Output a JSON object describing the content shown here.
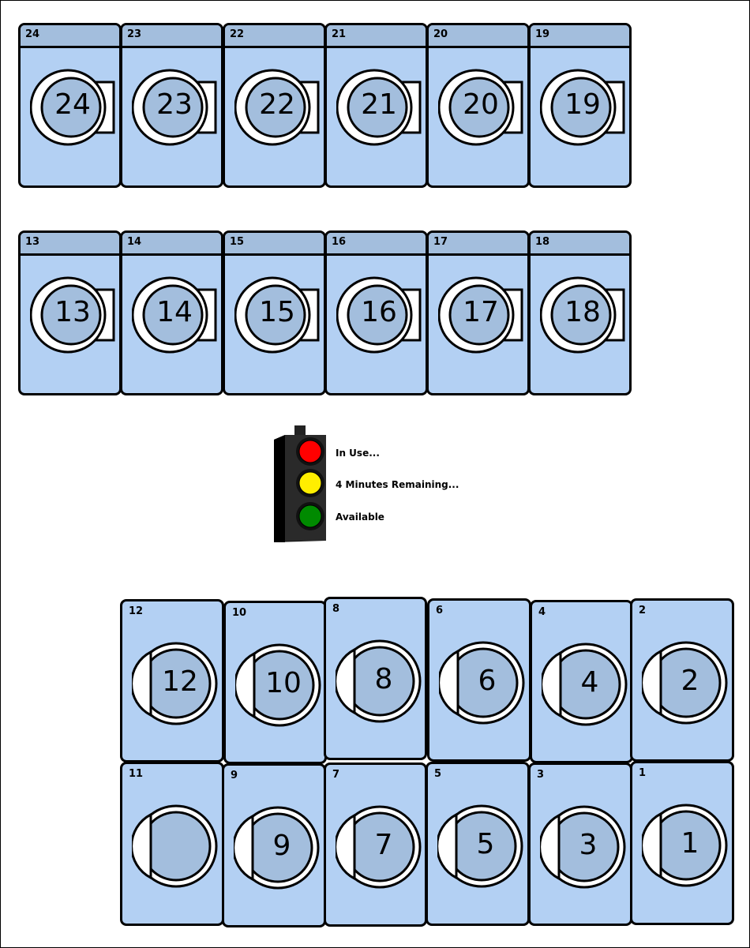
{
  "dryers_top": [
    {
      "tag": "24",
      "number": "24"
    },
    {
      "tag": "23",
      "number": "23"
    },
    {
      "tag": "22",
      "number": "22"
    },
    {
      "tag": "21",
      "number": "21"
    },
    {
      "tag": "20",
      "number": "20"
    },
    {
      "tag": "19",
      "number": "19"
    }
  ],
  "dryers_middle": [
    {
      "tag": "13",
      "number": "13"
    },
    {
      "tag": "14",
      "number": "14"
    },
    {
      "tag": "15",
      "number": "15"
    },
    {
      "tag": "16",
      "number": "16"
    },
    {
      "tag": "17",
      "number": "17"
    },
    {
      "tag": "18",
      "number": "18"
    }
  ],
  "washers_upper": [
    {
      "tag": "12",
      "number": "12"
    },
    {
      "tag": "10",
      "number": "10"
    },
    {
      "tag": "8",
      "number": "8"
    },
    {
      "tag": "6",
      "number": "6"
    },
    {
      "tag": "4",
      "number": "4"
    },
    {
      "tag": "2",
      "number": "2"
    }
  ],
  "washers_lower": [
    {
      "tag": "11",
      "number": ""
    },
    {
      "tag": "9",
      "number": "9"
    },
    {
      "tag": "7",
      "number": "7"
    },
    {
      "tag": "5",
      "number": "5"
    },
    {
      "tag": "3",
      "number": "3"
    },
    {
      "tag": "1",
      "number": "1"
    }
  ],
  "legend": {
    "in_use": "In Use...",
    "minutes_remaining": "4 Minutes Remaining...",
    "available": "Available",
    "colors": {
      "in_use": "#ff0000",
      "minutes_remaining": "#ffee00",
      "available": "#008a00"
    }
  },
  "colors": {
    "machine_body": "#b3d0f3",
    "machine_header": "#a3bedd",
    "drum": "#a3bedd"
  }
}
